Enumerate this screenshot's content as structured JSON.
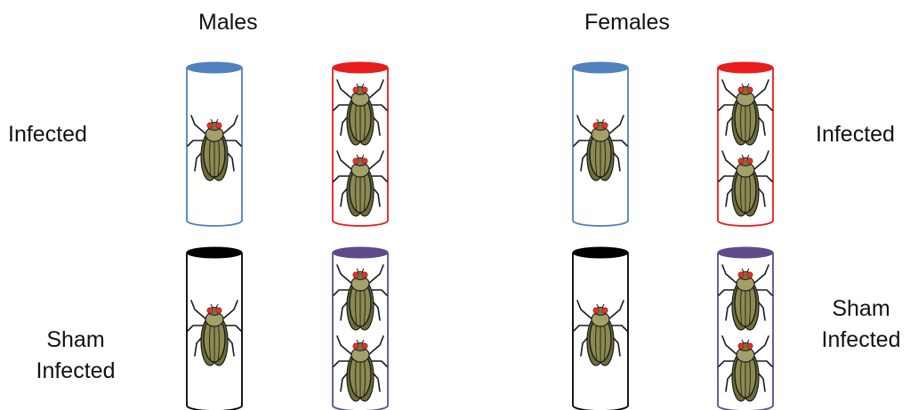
{
  "column_headers": {
    "males": "Males",
    "females": "Females"
  },
  "row_labels": {
    "infected_left": "Infected",
    "infected_right": "Infected",
    "sham_left_line1": "Sham",
    "sham_left_line2": "Infected",
    "sham_right_line1": "Sham",
    "sham_right_line2": "Infected"
  },
  "colors": {
    "blue_vial": "#4f81bd",
    "red_vial": "#e81c1c",
    "black_vial": "#000000",
    "purple_vial": "#5f4b8b",
    "fly_body": "#8c8a52",
    "fly_eye": "#e5322d"
  },
  "vials": [
    {
      "group": "males",
      "condition": "infected",
      "color": "blue",
      "flies": 1
    },
    {
      "group": "males",
      "condition": "infected",
      "color": "red",
      "flies": 2
    },
    {
      "group": "males",
      "condition": "sham",
      "color": "black",
      "flies": 1
    },
    {
      "group": "males",
      "condition": "sham",
      "color": "purple",
      "flies": 2
    },
    {
      "group": "females",
      "condition": "infected",
      "color": "blue",
      "flies": 1
    },
    {
      "group": "females",
      "condition": "infected",
      "color": "red",
      "flies": 2
    },
    {
      "group": "females",
      "condition": "sham",
      "color": "black",
      "flies": 1
    },
    {
      "group": "females",
      "condition": "sham",
      "color": "purple",
      "flies": 2
    }
  ]
}
